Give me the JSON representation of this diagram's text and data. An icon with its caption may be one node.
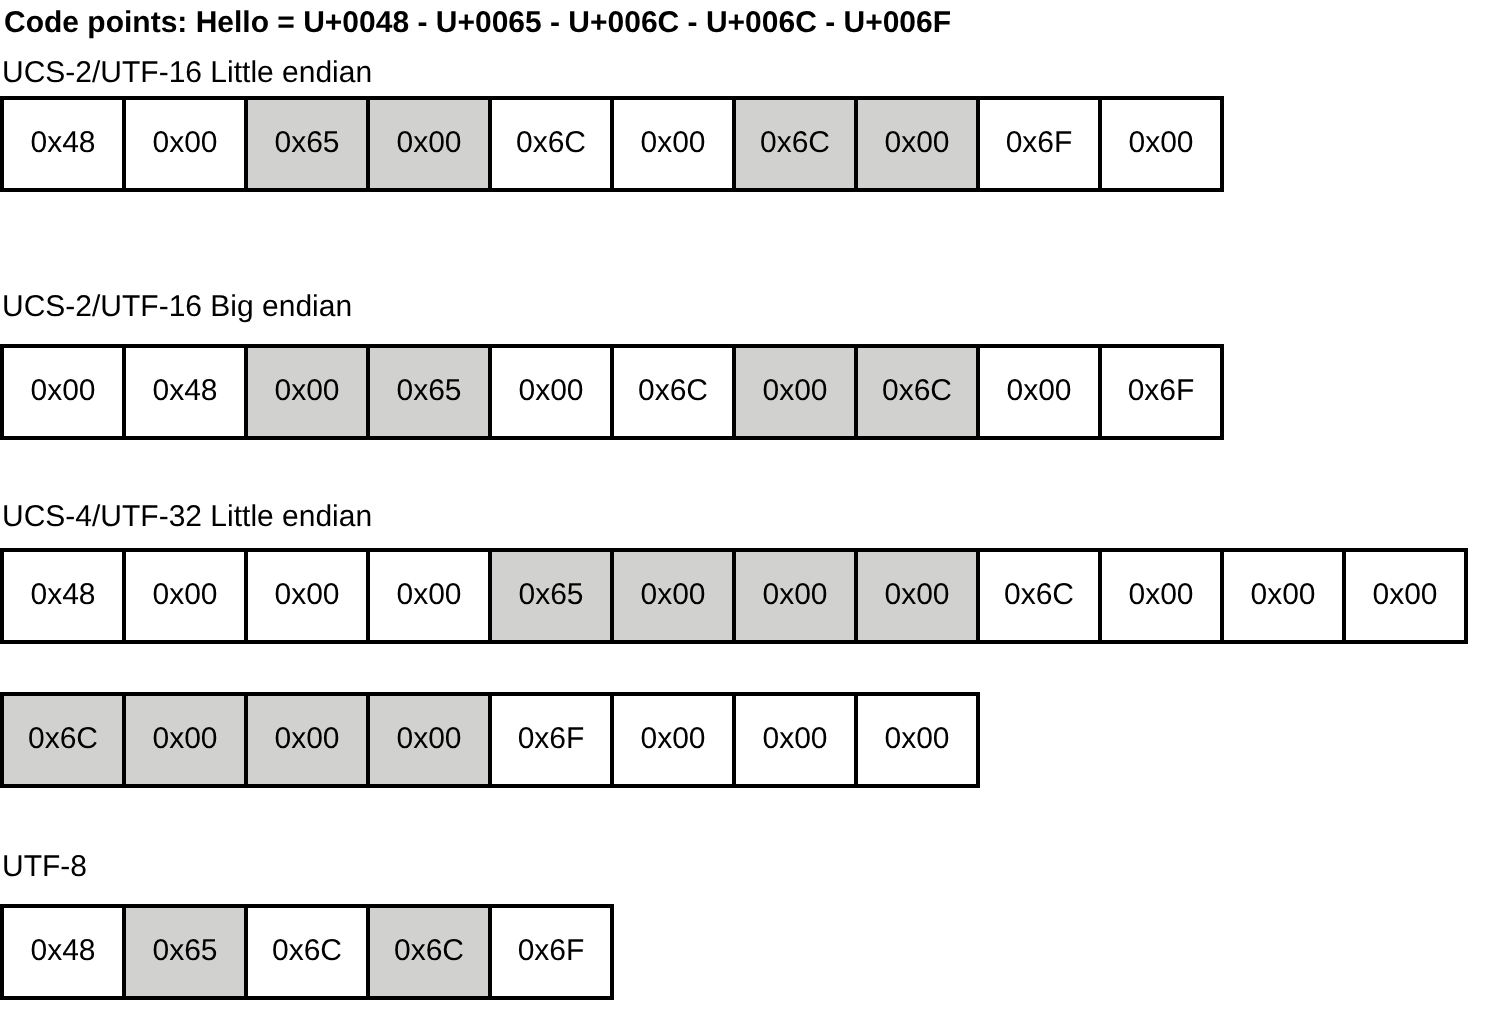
{
  "diagram": {
    "title": "Code points: Hello = U+0048 - U+0065 - U+006C - U+006C - U+006F",
    "nodes": [
      {
        "text": [
          "0x48"
        ]
      },
      {
        "text": [
          "0x00"
        ]
      },
      {
        "text": [
          "0x65"
        ]
      },
      {
        "text": [
          "0x00"
        ]
      },
      {
        "text": [
          "0x6C"
        ]
      },
      {
        "text": [
          "0x00"
        ]
      },
      {
        "text": [
          "0x6C"
        ]
      },
      {
        "text": [
          "0x00"
        ]
      },
      {
        "text": [
          "0x6F"
        ]
      },
      {
        "text": [
          "0x00"
        ]
      },
      {
        "text": [
          "0x00"
        ]
      },
      {
        "text": [
          "0x48"
        ]
      },
      {
        "text": [
          "0x00"
        ]
      },
      {
        "text": [
          "0x65"
        ]
      },
      {
        "text": [
          "0x00"
        ]
      },
      {
        "text": [
          "0x6C"
        ]
      },
      {
        "text": [
          "0x00"
        ]
      },
      {
        "text": [
          "0x6C"
        ]
      },
      {
        "text": [
          "0x00"
        ]
      },
      {
        "text": [
          "0x6F"
        ]
      },
      {
        "text": [
          "0x48"
        ]
      },
      {
        "text": [
          "0x00"
        ]
      },
      {
        "text": [
          "0x00"
        ]
      },
      {
        "text": [
          "0x00"
        ]
      },
      {
        "text": [
          "0x65"
        ]
      },
      {
        "text": [
          "0x00"
        ]
      },
      {
        "text": [
          "0x00"
        ]
      },
      {
        "text": [
          "0x00"
        ]
      },
      {
        "text": [
          "0x6C"
        ]
      },
      {
        "text": [
          "0x00"
        ]
      },
      {
        "text": [
          "0x00"
        ]
      },
      {
        "text": [
          "0x00"
        ]
      },
      {
        "text": [
          "0x6C"
        ]
      },
      {
        "text": [
          "0x00"
        ]
      },
      {
        "text": [
          "0x00"
        ]
      },
      {
        "text": [
          "0x00"
        ]
      },
      {
        "text": [
          "0x6F"
        ]
      },
      {
        "text": [
          "0x00"
        ]
      },
      {
        "text": [
          "0x00"
        ]
      },
      {
        "text": [
          "0x00"
        ]
      },
      {
        "text": [
          "0x48"
        ]
      },
      {
        "text": [
          "0x65"
        ]
      },
      {
        "text": [
          "0x6C"
        ]
      },
      {
        "text": [
          "0x6C"
        ]
      },
      {
        "text": [
          "0x6F"
        ]
      }
    ],
    "labels": [
      "UCS-2/UTF-16 Little endian",
      "UCS-2/UTF-16 Big endian",
      "UCS-4/UTF-32 Little endian",
      "UTF-8"
    ]
  }
}
